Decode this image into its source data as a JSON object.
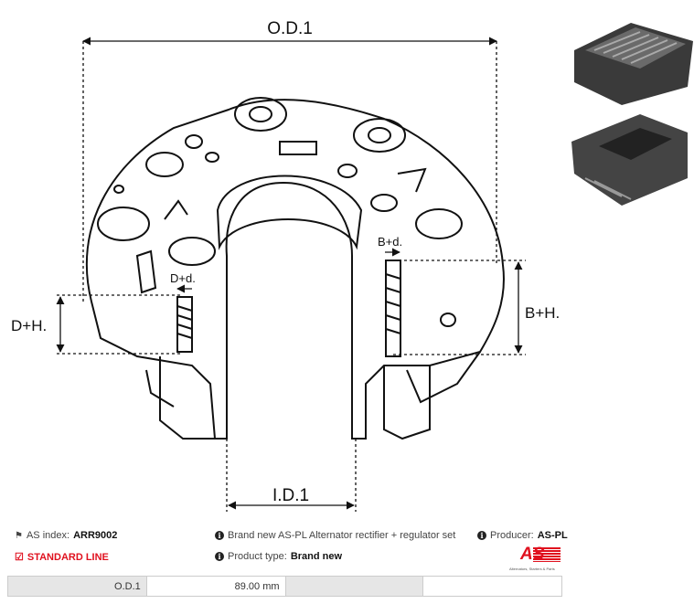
{
  "diagram": {
    "labels": {
      "od": "O.D.1",
      "id": "I.D.1",
      "dh": "D+H.",
      "dd": "D+d.",
      "bd": "B+d.",
      "bh": "B+H."
    }
  },
  "info": {
    "as_index_label": "AS index:",
    "as_index_value": "ARR9002",
    "line": "STANDARD LINE",
    "description": "Brand new AS-PL Alternator rectifier + regulator set",
    "product_type_label": "Product type:",
    "product_type_value": "Brand new",
    "producer_label": "Producer:",
    "producer_value": "AS-PL",
    "logo_text": "AS",
    "logo_tagline": "Alternators, Starters & Parts"
  },
  "specs": [
    {
      "label": "O.D.1",
      "value": "89.00 mm"
    },
    {
      "label": "",
      "value": ""
    }
  ],
  "colors": {
    "accent": "#e0101e"
  }
}
